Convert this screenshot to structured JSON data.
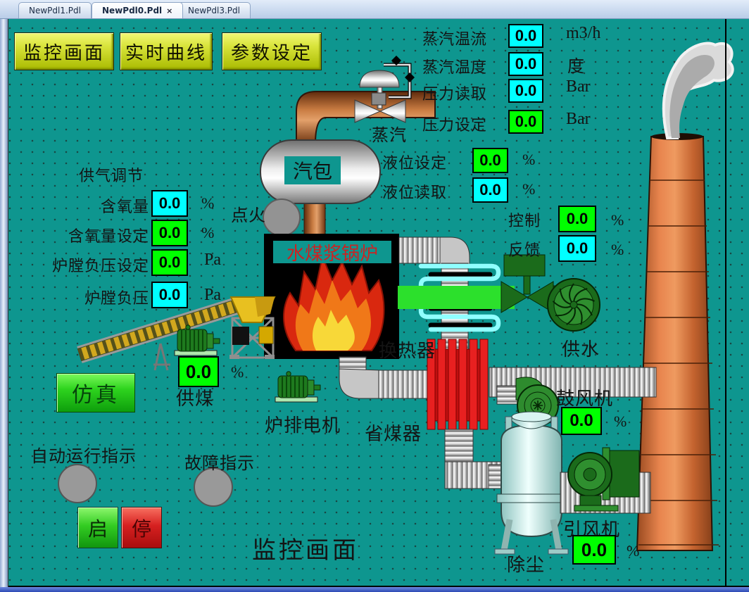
{
  "window": {
    "tabs": [
      {
        "label": "NewPdl1.Pdl",
        "active": false
      },
      {
        "label": "NewPdl0.Pdl",
        "active": true,
        "close": "×"
      },
      {
        "label": "NewPdl3.Pdl",
        "active": false
      }
    ]
  },
  "nav": {
    "monitor": "监控画面",
    "curve": "实时曲线",
    "param": "参数设定"
  },
  "top_params": [
    {
      "label": "蒸汽温流",
      "value": "0.0",
      "unit": "m3/h",
      "kind": "read"
    },
    {
      "label": "蒸汽温度",
      "value": "0.0",
      "unit": "度",
      "kind": "read"
    },
    {
      "label": "压力读取",
      "value": "0.0",
      "unit": "Bar",
      "kind": "read"
    },
    {
      "label": "压力设定",
      "value": "0.0",
      "unit": "Bar",
      "kind": "set"
    }
  ],
  "level_params": [
    {
      "label": "液位设定",
      "value": "0.0",
      "unit": "%",
      "kind": "set"
    },
    {
      "label": "液位读取",
      "value": "0.0",
      "unit": "%",
      "kind": "read"
    }
  ],
  "air_panel": {
    "title": "供气调节",
    "rows": [
      {
        "label": "含氧量",
        "value": "0.0",
        "unit": "%",
        "kind": "read"
      },
      {
        "label": "含氧量设定",
        "value": "0.0",
        "unit": "%",
        "kind": "set"
      },
      {
        "label": "炉膛负压设定",
        "value": "0.0",
        "unit": "Pa",
        "kind": "set"
      },
      {
        "label": "炉膛负压",
        "value": "0.0",
        "unit": "Pa",
        "kind": "read"
      }
    ]
  },
  "water_loop": [
    {
      "label": "控制",
      "value": "0.0",
      "unit": "%",
      "kind": "set"
    },
    {
      "label": "反馈",
      "value": "0.0",
      "unit": "%",
      "kind": "read"
    }
  ],
  "equipment": {
    "steam": "蒸汽",
    "drum": "汽包",
    "ignition": "点火",
    "boiler": "水煤浆锅炉",
    "heat_exchanger": "换热器",
    "water_supply": "供水",
    "coal_supply": {
      "label": "供煤",
      "value": "0.0",
      "unit": "%"
    },
    "grate_motor": "炉排电机",
    "economizer": "省煤器",
    "blower": {
      "label": "鼓风机",
      "value": "0.0",
      "unit": "%"
    },
    "induced_fan": {
      "label": "引风机",
      "value": "0.0",
      "unit": "%"
    },
    "dust_removal": "除尘"
  },
  "indicators": {
    "auto_run": "自动运行指示",
    "fault": "故障指示"
  },
  "controls": {
    "simulate": "仿真",
    "start": "启",
    "stop": "停"
  },
  "footer_title": "监控画面",
  "colors": {
    "canvas": "#0E968F",
    "read_box": "#00FFFF",
    "set_box": "#00FF00",
    "nav_button_yellow": "#D9E43C",
    "simulate_green": "#2ED41E",
    "stop_red": "#D62020",
    "boiler_black": "#000000",
    "boiler_text_red": "#CC2222",
    "pipe_copper": "#B4622D",
    "chimney_orange": "#D9743C",
    "equipment_green": "#1B6B1B",
    "coil_cyan": "#8FFFFF"
  }
}
